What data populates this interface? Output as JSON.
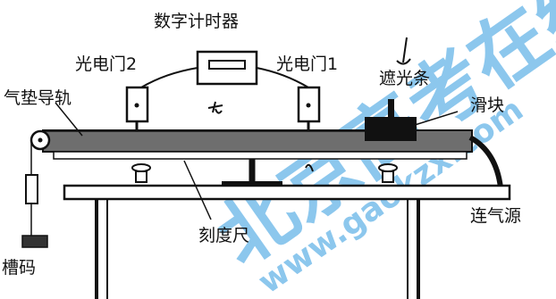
{
  "labels": {
    "timer": "数字计时器",
    "gate2": "光电门2",
    "gate1": "光电门1",
    "rail": "气垫导轨",
    "shade": "遮光条",
    "slider": "滑块",
    "air": "连气源",
    "ruler": "刻度尺",
    "weight": "槽码"
  },
  "watermark": {
    "text": "北京高考在线",
    "url": "www.gaokzx.com",
    "color": "#2f9ae0"
  }
}
